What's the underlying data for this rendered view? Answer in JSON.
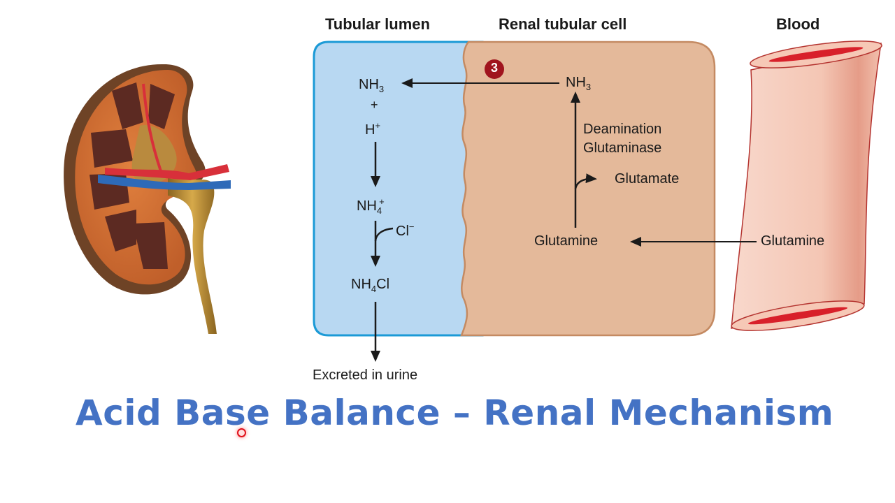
{
  "headers": {
    "lumen": "Tubular lumen",
    "cell": "Renal tubular cell",
    "blood": "Blood"
  },
  "step_badge": "3",
  "lumen": {
    "nh3": {
      "base": "NH",
      "sub": "3"
    },
    "plus": "+",
    "h": {
      "base": "H",
      "sup": "+"
    },
    "nh4": {
      "base": "NH",
      "sub": "4",
      "sup": "+"
    },
    "cl": {
      "base": "Cl",
      "sup": "−"
    },
    "nh4cl": {
      "base": "NH",
      "sub": "4",
      "tail": "Cl"
    },
    "excreted": "Excreted in urine"
  },
  "cell": {
    "nh3": {
      "base": "NH",
      "sub": "3"
    },
    "deamination": "Deamination",
    "glutaminase": "Glutaminase",
    "glutamate": "Glutamate",
    "glutamine": "Glutamine"
  },
  "blood": {
    "glutamine": "Glutamine"
  },
  "title": "Acid Base Balance – Renal Mechanism",
  "colors": {
    "lumen_fill": "#b8d8f2",
    "lumen_border": "#1b9ad6",
    "cell_fill": "#e4b99a",
    "cell_border": "#c48a62",
    "badge": "#a0141e",
    "vessel_fill": "#f6cdbd",
    "vessel_lumen": "#d8202a",
    "title": "#4472c4"
  }
}
